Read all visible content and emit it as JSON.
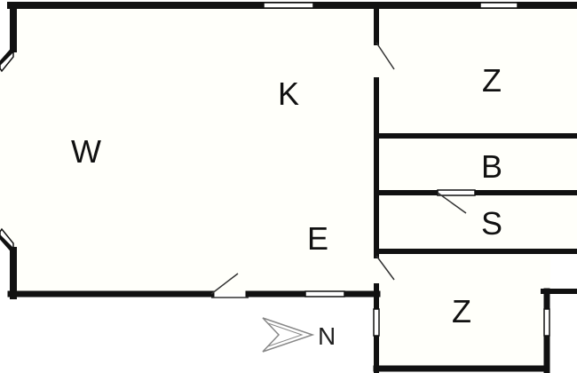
{
  "plan": {
    "rooms": [
      {
        "id": "living",
        "label": "W"
      },
      {
        "id": "kitchen",
        "label": "K"
      },
      {
        "id": "entrance",
        "label": "E"
      },
      {
        "id": "room-top-right",
        "label": "Z"
      },
      {
        "id": "bathroom",
        "label": "B"
      },
      {
        "id": "storage",
        "label": "S"
      },
      {
        "id": "room-bottom",
        "label": "Z"
      }
    ],
    "compass": {
      "label": "N"
    }
  },
  "colors": {
    "wall": "#111111",
    "floor": "#fffffa",
    "window": "#ffffff",
    "door_swing": "#333333",
    "compass": "#888888"
  }
}
